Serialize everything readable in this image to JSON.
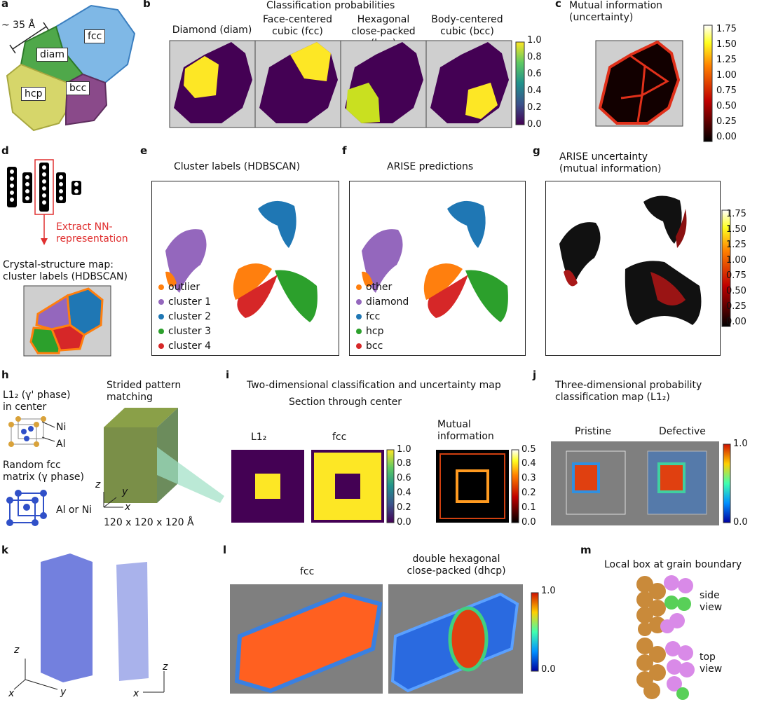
{
  "panels": {
    "a": {
      "letter": "a",
      "scale": "~ 35 Å",
      "grains": [
        "fcc",
        "diam",
        "hcp",
        "bcc"
      ]
    },
    "b": {
      "letter": "b",
      "title": "Classification probabilities",
      "subtitles": [
        "Diamond (diam)",
        "Face-centered\ncubic (fcc)",
        "Hexagonal\nclose-packed (hcp)",
        "Body-centered\ncubic (bcc)"
      ],
      "cbar": [
        "1.0",
        "0.8",
        "0.6",
        "0.4",
        "0.2",
        "0.0"
      ]
    },
    "c": {
      "letter": "c",
      "title": "Mutual information\n(uncertainty)",
      "cbar": [
        "1.75",
        "1.50",
        "1.25",
        "1.00",
        "0.75",
        "0.50",
        "0.25",
        "0.00"
      ]
    },
    "d": {
      "letter": "d",
      "extract": "Extract NN-\nrepresentation",
      "map_title": "Crystal-structure map:\ncluster labels (HDBSCAN)"
    },
    "e": {
      "letter": "e",
      "title": "Cluster labels (HDBSCAN)",
      "legend": [
        {
          "label": "outlier",
          "color": "#ff7f0e"
        },
        {
          "label": "cluster 1",
          "color": "#9467bd"
        },
        {
          "label": "cluster 2",
          "color": "#1f77b4"
        },
        {
          "label": "cluster 3",
          "color": "#2ca02c"
        },
        {
          "label": "cluster 4",
          "color": "#d62728"
        }
      ]
    },
    "f": {
      "letter": "f",
      "title": "ARISE predictions",
      "legend": [
        {
          "label": "other",
          "color": "#ff7f0e"
        },
        {
          "label": "diamond",
          "color": "#9467bd"
        },
        {
          "label": "fcc",
          "color": "#1f77b4"
        },
        {
          "label": "hcp",
          "color": "#2ca02c"
        },
        {
          "label": "bcc",
          "color": "#d62728"
        }
      ]
    },
    "g": {
      "letter": "g",
      "title": "ARISE uncertainty\n(mutual information)",
      "cbar": [
        "1.75",
        "1.50",
        "1.25",
        "1.00",
        "0.75",
        "0.50",
        "0.25",
        "0.00"
      ]
    },
    "h": {
      "letter": "h",
      "phase1": "L1₂ (γ' phase)\nin center",
      "ni": "Ni",
      "al": "Al",
      "phase2": "Random fcc\nmatrix (γ phase)",
      "alni": "Al or Ni",
      "strided": "Strided pattern\nmatching",
      "size": "120 x 120 x 120 Å",
      "axes": [
        "z",
        "y",
        "x"
      ]
    },
    "i": {
      "letter": "i",
      "title": "Two-dimensional classification and uncertainty map",
      "subtitle": "Section through center",
      "maps": [
        "L1₂",
        "fcc"
      ],
      "mi": "Mutual\ninformation",
      "cbar1": [
        "1.0",
        "0.8",
        "0.6",
        "0.4",
        "0.2",
        "0.0"
      ],
      "cbar2": [
        "0.5",
        "0.4",
        "0.3",
        "0.2",
        "0.1",
        "0.0"
      ]
    },
    "j": {
      "letter": "j",
      "title": "Three-dimensional probability\nclassification map (L1₂)",
      "views": [
        "Pristine",
        "Defective"
      ],
      "cbar": [
        "1.0",
        "0.0"
      ]
    },
    "k": {
      "letter": "k",
      "axes_left": [
        "z",
        "x",
        "y"
      ],
      "axes_right": [
        "z",
        "x"
      ]
    },
    "l": {
      "letter": "l",
      "views": [
        "fcc",
        "double hexagonal\nclose-packed (dhcp)"
      ],
      "cbar": [
        "1.0",
        "0.0"
      ]
    },
    "m": {
      "letter": "m",
      "title": "Local box at grain boundary",
      "views": [
        "side\nview",
        "top\nview"
      ]
    }
  },
  "colors": {
    "viridis_low": "#440154",
    "viridis_high": "#fde725",
    "orange": "#ff7f0e",
    "purple": "#9467bd",
    "blue": "#1f77b4",
    "green": "#2ca02c",
    "red": "#d62728"
  }
}
